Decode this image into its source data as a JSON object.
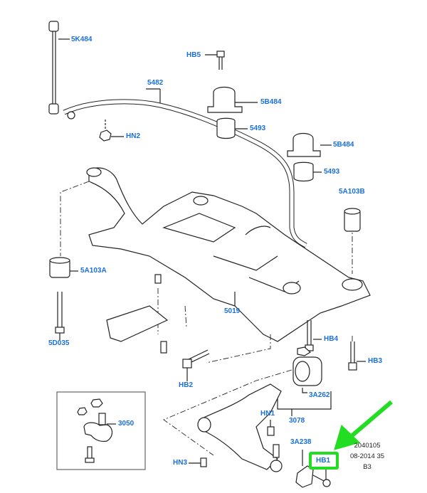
{
  "labels": {
    "l5K484": "5K484",
    "hb5": "HB5",
    "l5482": "5482",
    "l5B484a": "5B484",
    "hn2": "HN2",
    "l5493a": "5493",
    "l5B484b": "5B484",
    "l5493b": "5493",
    "l5A103B": "5A103B",
    "l5A103A": "5A103A",
    "l5019": "5019",
    "l5D035": "5D035",
    "hb4": "HB4",
    "hb3": "HB3",
    "hb2": "HB2",
    "l3A262": "3A262",
    "l3050": "3050",
    "hn1": "HN1",
    "l3078": "3078",
    "hn3": "HN3",
    "l3A238": "3A238",
    "hb1": "HB1"
  },
  "footer": {
    "drawing_number": "2040105",
    "date_code": "08-2014 35",
    "sheet": "B3"
  },
  "colors": {
    "label": "#1a6fe0",
    "highlight": "#22dd22",
    "line": "#222222"
  },
  "highlighted_part": "HB1"
}
